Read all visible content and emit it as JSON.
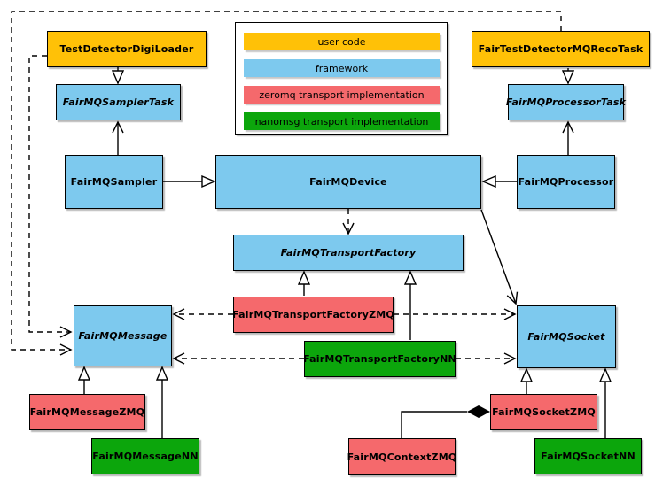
{
  "colors": {
    "user_code": "#FFC107",
    "framework": "#7DC9EE",
    "zeromq": "#F5696C",
    "nanomsg": "#0CA60C",
    "border": "#000000",
    "background": "#FFFFFF"
  },
  "legend": {
    "items": [
      {
        "label": "user code",
        "key": "user_code"
      },
      {
        "label": "framework",
        "key": "framework"
      },
      {
        "label": "zeromq transport implementation",
        "key": "zeromq"
      },
      {
        "label": "nanomsg transport implementation",
        "key": "nanomsg"
      }
    ]
  },
  "nodes": {
    "testDetectorDigiLoader": {
      "label": "TestDetectorDigiLoader",
      "category": "user_code",
      "abstract": false
    },
    "fairTestDetectorMQRecoTask": {
      "label": "FairTestDetectorMQRecoTask",
      "category": "user_code",
      "abstract": false
    },
    "fairMQSamplerTask": {
      "label": "FairMQSamplerTask",
      "category": "framework",
      "abstract": true
    },
    "fairMQProcessorTask": {
      "label": "FairMQProcessorTask",
      "category": "framework",
      "abstract": true
    },
    "fairMQSampler": {
      "label": "FairMQSampler",
      "category": "framework",
      "abstract": false
    },
    "fairMQDevice": {
      "label": "FairMQDevice",
      "category": "framework",
      "abstract": false
    },
    "fairMQProcessor": {
      "label": "FairMQProcessor",
      "category": "framework",
      "abstract": false
    },
    "fairMQTransportFactory": {
      "label": "FairMQTransportFactory",
      "category": "framework",
      "abstract": true
    },
    "fairMQTransportFactoryZMQ": {
      "label": "FairMQTransportFactoryZMQ",
      "category": "zeromq",
      "abstract": false
    },
    "fairMQTransportFactoryNN": {
      "label": "FairMQTransportFactoryNN",
      "category": "nanomsg",
      "abstract": false
    },
    "fairMQMessage": {
      "label": "FairMQMessage",
      "category": "framework",
      "abstract": true
    },
    "fairMQSocket": {
      "label": "FairMQSocket",
      "category": "framework",
      "abstract": true
    },
    "fairMQMessageZMQ": {
      "label": "FairMQMessageZMQ",
      "category": "zeromq",
      "abstract": false
    },
    "fairMQMessageNN": {
      "label": "FairMQMessageNN",
      "category": "nanomsg",
      "abstract": false
    },
    "fairMQSocketZMQ": {
      "label": "FairMQSocketZMQ",
      "category": "zeromq",
      "abstract": false
    },
    "fairMQSocketNN": {
      "label": "FairMQSocketNN",
      "category": "nanomsg",
      "abstract": false
    },
    "fairMQContextZMQ": {
      "label": "FairMQContextZMQ",
      "category": "zeromq",
      "abstract": false
    }
  },
  "edges": [
    {
      "from": "TestDetectorDigiLoader",
      "to": "FairMQSamplerTask",
      "type": "solid-hollow-triangle"
    },
    {
      "from": "FairTestDetectorMQRecoTask",
      "to": "FairMQProcessorTask",
      "type": "solid-hollow-triangle"
    },
    {
      "from": "FairMQSampler",
      "to": "FairMQSamplerTask",
      "type": "solid-open-arrow"
    },
    {
      "from": "FairMQProcessor",
      "to": "FairMQProcessorTask",
      "type": "solid-open-arrow"
    },
    {
      "from": "FairMQSampler",
      "to": "FairMQDevice",
      "type": "solid-hollow-triangle"
    },
    {
      "from": "FairMQProcessor",
      "to": "FairMQDevice",
      "type": "solid-hollow-triangle"
    },
    {
      "from": "FairMQDevice",
      "to": "FairMQTransportFactory",
      "type": "dashed-open-arrow"
    },
    {
      "from": "FairMQDevice",
      "to": "FairMQSocket",
      "type": "solid-open-arrow"
    },
    {
      "from": "FairMQTransportFactoryZMQ",
      "to": "FairMQTransportFactory",
      "type": "solid-hollow-triangle"
    },
    {
      "from": "FairMQTransportFactoryNN",
      "to": "FairMQTransportFactory",
      "type": "solid-hollow-triangle"
    },
    {
      "from": "FairMQTransportFactoryZMQ",
      "to": "FairMQMessage",
      "type": "dashed-open-arrow"
    },
    {
      "from": "FairMQTransportFactoryZMQ",
      "to": "FairMQSocket",
      "type": "dashed-open-arrow"
    },
    {
      "from": "FairMQTransportFactoryNN",
      "to": "FairMQMessage",
      "type": "dashed-open-arrow"
    },
    {
      "from": "FairMQTransportFactoryNN",
      "to": "FairMQSocket",
      "type": "dashed-open-arrow"
    },
    {
      "from": "TestDetectorDigiLoader",
      "to": "FairMQMessage",
      "type": "dashed-open-arrow"
    },
    {
      "from": "FairTestDetectorMQRecoTask",
      "to": "FairMQMessage",
      "type": "dashed-open-arrow"
    },
    {
      "from": "FairMQMessageZMQ",
      "to": "FairMQMessage",
      "type": "solid-hollow-triangle"
    },
    {
      "from": "FairMQMessageNN",
      "to": "FairMQMessage",
      "type": "solid-hollow-triangle"
    },
    {
      "from": "FairMQSocketZMQ",
      "to": "FairMQSocket",
      "type": "solid-hollow-triangle"
    },
    {
      "from": "FairMQSocketNN",
      "to": "FairMQSocket",
      "type": "solid-hollow-triangle"
    },
    {
      "from": "FairMQContextZMQ",
      "to": "FairMQSocketZMQ",
      "type": "solid-filled-diamond"
    }
  ]
}
